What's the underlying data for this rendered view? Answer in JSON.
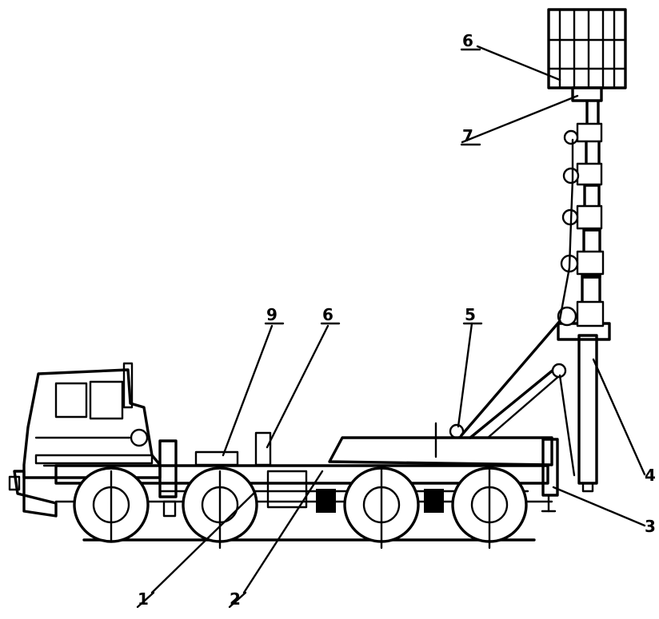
{
  "callouts": [
    {
      "id": "c1",
      "label": "1"
    },
    {
      "id": "c2",
      "label": "2"
    },
    {
      "id": "c3",
      "label": "3"
    },
    {
      "id": "c4",
      "label": "4"
    },
    {
      "id": "c5",
      "label": "5"
    },
    {
      "id": "c6a",
      "label": "6"
    },
    {
      "id": "c7",
      "label": "7"
    },
    {
      "id": "c6b",
      "label": "6"
    },
    {
      "id": "c9",
      "label": "9"
    }
  ],
  "colors": {
    "line": "#000000",
    "background": "#ffffff"
  }
}
